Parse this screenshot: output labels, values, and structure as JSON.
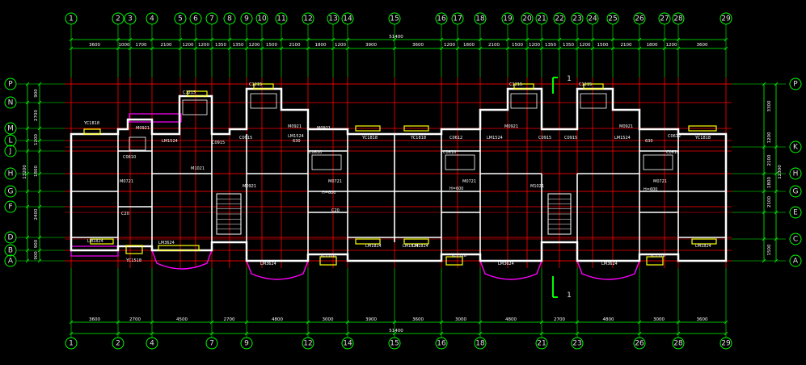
{
  "drawing": {
    "colors": {
      "background": "#000000",
      "grid_line": "#ff0000",
      "bubble": "#00ff00",
      "dimension": "#00ff00",
      "wall": "#ffffff",
      "window": "#ffff00",
      "bay_window": "#ff00ff",
      "label": "#ffffff"
    },
    "top_axes": [
      "1",
      "2",
      "3",
      "4",
      "5",
      "6",
      "7",
      "8",
      "9",
      "10",
      "11",
      "12",
      "13",
      "14",
      "15",
      "16",
      "17",
      "18",
      "19",
      "20",
      "21",
      "22",
      "23",
      "24",
      "25",
      "26",
      "27",
      "28",
      "29"
    ],
    "bottom_axes": [
      "1",
      "2",
      "4",
      "7",
      "9",
      "12",
      "14",
      "15",
      "16",
      "18",
      "21",
      "23",
      "26",
      "28",
      "29"
    ],
    "left_axes": [
      "P",
      "N",
      "M",
      "L",
      "J",
      "H",
      "G",
      "F",
      "D",
      "B",
      "A"
    ],
    "right_axes": [
      "P",
      "K",
      "H",
      "G",
      "E",
      "C",
      "A"
    ],
    "top_dimensions": [
      "3600",
      "1000",
      "1700",
      "2100",
      "1200",
      "1200",
      "1350",
      "1350",
      "1200",
      "1500",
      "2100",
      "1800",
      "1200",
      "3900",
      "3600",
      "1200",
      "1800",
      "2100",
      "1500",
      "1200",
      "1350",
      "1350",
      "1200",
      "1500",
      "2100",
      "1800",
      "1200",
      "3600"
    ],
    "bottom_dimensions": [
      "3600",
      "2700",
      "4500",
      "2700",
      "4800",
      "3000",
      "3900",
      "3600",
      "3000",
      "4800",
      "2700",
      "4800",
      "3000",
      "3600"
    ],
    "left_dimensions": [
      "900",
      "2700",
      "1200",
      "1800",
      "2400",
      "900",
      "900"
    ],
    "left_totals": [
      "13200"
    ],
    "right_dimensions": [
      "3300",
      "1200",
      "2100",
      "1800",
      "2100",
      "1500"
    ],
    "right_totals": [
      "12300"
    ],
    "overall_top": "51400",
    "overall_bottom": "51400",
    "section_mark": "1",
    "room_labels": [
      "YC1818",
      "C1215",
      "C1215",
      "C1215",
      "C1215",
      "M0921",
      "M0921",
      "M0921",
      "M0921",
      "M0921",
      "M0921",
      "M0721",
      "M0721",
      "M0721",
      "M0721",
      "LM1524",
      "LM1524",
      "LM1524",
      "LM1524",
      "C0915",
      "C0915",
      "C0915",
      "C0915",
      "C0610",
      "C0610",
      "C0610",
      "C0610",
      "YC1818",
      "YC1818",
      "YC1818",
      "LM1824",
      "LM1824",
      "LM1824",
      "LM3624",
      "LM3624",
      "LM3624",
      "LM3624",
      "YC1518",
      "YC1518",
      "YC1518",
      "YC1518",
      "LM1824",
      "LM1824",
      "M1021",
      "M1021",
      "H=600",
      "H=600",
      "H=600",
      "C0612",
      "C0612",
      "630",
      "630",
      "C20",
      "C20"
    ]
  }
}
